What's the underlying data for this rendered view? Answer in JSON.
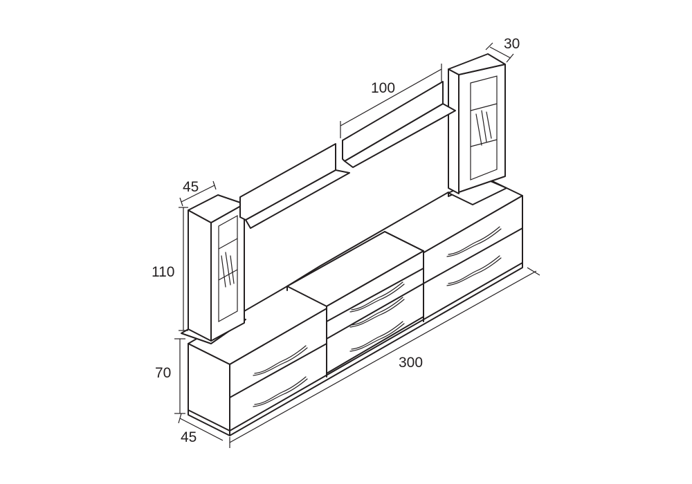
{
  "dimensions": {
    "unit_width": "300",
    "base_height": "70",
    "base_depth": "45",
    "tower_height": "110",
    "tower_left_depth": "45",
    "shelf_width": "100",
    "tower_right_depth": "30"
  },
  "colors": {
    "line": "#231f20",
    "background": "#ffffff"
  }
}
